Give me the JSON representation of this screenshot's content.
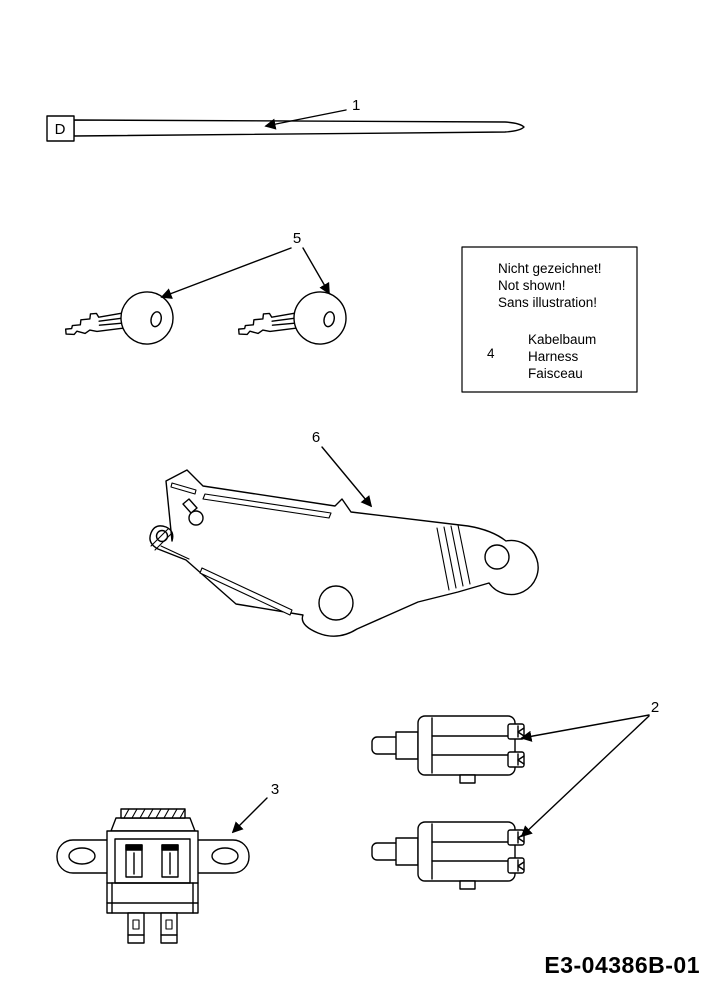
{
  "page": {
    "background": "#ffffff",
    "ink": "#000000"
  },
  "callouts": {
    "cable_tie_label": "1",
    "connectors_label": "2",
    "switch_label": "3",
    "keys_label": "5",
    "bracket_label": "6"
  },
  "cable_tie": {
    "head_letter": "D"
  },
  "note_box": {
    "line1": "Nicht gezeichnet!",
    "line2": "Not shown!",
    "line3": "Sans illustration!",
    "item_number": "4",
    "name_de": "Kabelbaum",
    "name_en": "Harness",
    "name_fr": "Faisceau"
  },
  "footer": {
    "diagram_code": "E3-04386B-01"
  }
}
